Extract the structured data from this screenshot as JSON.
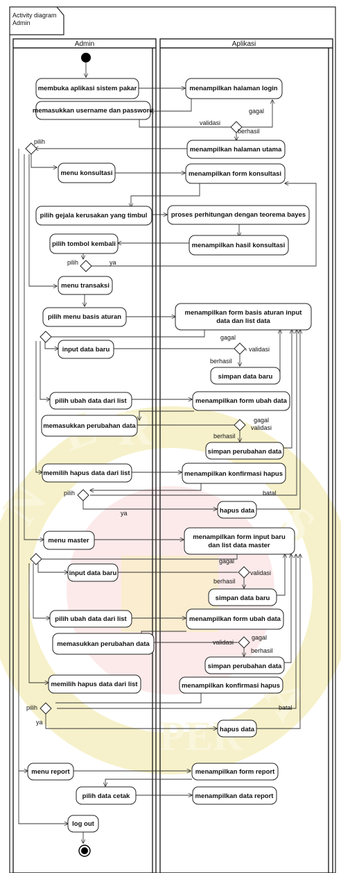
{
  "diagram": {
    "title_lines": [
      "Activity diagram",
      "Admin"
    ],
    "lanes": {
      "left": "Admin",
      "right": "Aplikasi"
    },
    "actions": {
      "a1": "membuka aplikasi sistem pakar",
      "a2": "memasukkan username dan password",
      "a3": "menu konsultasi",
      "a4": "pilih gejala kerusakan yang timbul",
      "a5": "pilih tombol kembali",
      "a6": "menu transaksi",
      "a7": "pilih menu basis aturan",
      "a8": "input data baru",
      "a9": "pilih ubah data dari list",
      "a10": "memasukkan perubahan data",
      "a11": "memilih hapus data dari list",
      "a12": "menu master",
      "a13": "input data baru",
      "a14": "pilih ubah data dari list",
      "a15": "memasukkan perubahan data",
      "a16": "memilih hapus data dari list",
      "a17": "menu report",
      "a18": "pilih data cetak",
      "a19": "log out",
      "b1": "menampilkan halaman login",
      "b2": "menampilkan halaman utama",
      "b3": "menampilkan form konsultasi",
      "b4": "proses perhitungan dengan teorema bayes",
      "b5": "menampilkan hasil konsultasi",
      "b6_l1": "menampilkan form basis aturan input",
      "b6_l2": "data dan list data",
      "b7": "simpan data baru",
      "b8": "menampilkan form ubah data",
      "b9": "simpan perubahan data",
      "b10": "menampilkan konfirmasi hapus",
      "b11": "hapus data",
      "b12_l1": "menampilkan form input baru",
      "b12_l2": "dan list data master",
      "b13": "simpan data baru",
      "b14": "menampilkan form ubah data",
      "b15": "simpan perubahan data",
      "b16": "menampilkan konfirmasi hapus",
      "b17": "hapus data",
      "b18": "menampilkan form report",
      "b19": "menampilkan data report"
    },
    "guards": {
      "validasi": "validasi",
      "gagal": "gagal",
      "berhasil": "berhasil",
      "pilih": "pilih",
      "ya": "ya",
      "batal": "batal"
    },
    "colors": {
      "line": "#222222",
      "background": "#ffffff",
      "watermark_red": "#e89090",
      "watermark_yellow": "#f3e38a"
    }
  }
}
